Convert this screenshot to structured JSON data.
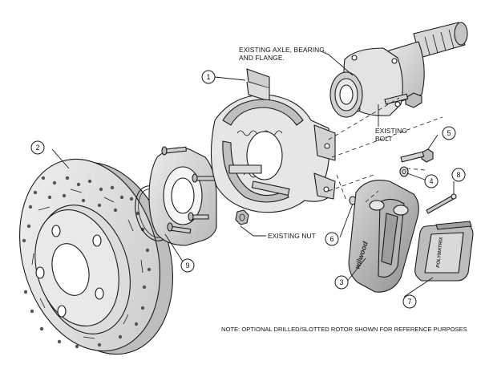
{
  "callouts": [
    "1",
    "2",
    "3",
    "4",
    "5",
    "6",
    "7",
    "8",
    "9"
  ],
  "labels": {
    "axle_line1": "EXISTING AXLE, BEARING,",
    "axle_line2": "AND FLANGE.",
    "bolt_line1": "EXISTING",
    "bolt_line2": "BOLT",
    "nut": "EXISTING NUT",
    "note": "NOTE: OPTIONAL DRILLED/SLOTTED ROTOR SHOWN FOR REFERENCE PURPOSES"
  },
  "logos": {
    "caliper_brand": "wilwood",
    "pad_brand": "POLYMATRIX"
  }
}
